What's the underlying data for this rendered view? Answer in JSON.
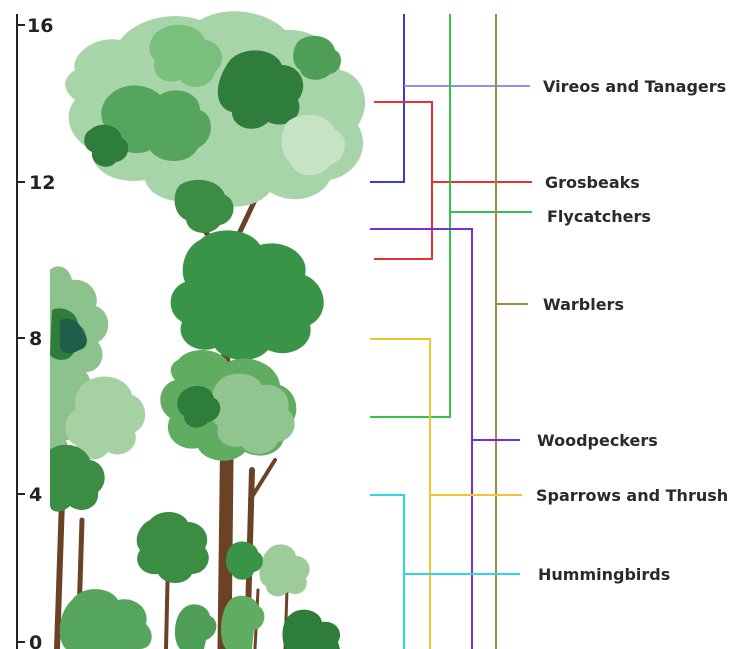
{
  "axis": {
    "ticks": [
      {
        "value": 16,
        "label": "16"
      },
      {
        "value": 12,
        "label": "12"
      },
      {
        "value": 8,
        "label": "8"
      },
      {
        "value": 4,
        "label": "4"
      },
      {
        "value": 0,
        "label": "0"
      }
    ]
  },
  "bird_groups": [
    {
      "key": "vireos",
      "label": "Vireos and Tanagers",
      "color": "#3a3adf",
      "range_from": 12,
      "range_to": 16
    },
    {
      "key": "grosbeaks",
      "label": "Grosbeaks",
      "color": "#e83232",
      "range_from": 10,
      "range_to": 14
    },
    {
      "key": "flycatchers",
      "label": "Flycatchers",
      "color": "#35c24a",
      "range_from": 6,
      "range_to": 16
    },
    {
      "key": "warblers",
      "label": "Warblers",
      "color": "#a8834a",
      "range_from": 0,
      "range_to": 16
    },
    {
      "key": "woodpeckers",
      "label": "Woodpeckers",
      "color": "#7a2ed6",
      "range_from": 0,
      "range_to": 10.8
    },
    {
      "key": "sparrows",
      "label": "Sparrows and Thrush",
      "color": "#f4c430",
      "range_from": 0,
      "range_to": 8
    },
    {
      "key": "hummingbirds",
      "label": "Hummingbirds",
      "color": "#2ad8e6",
      "range_from": 0,
      "range_to": 4
    }
  ]
}
